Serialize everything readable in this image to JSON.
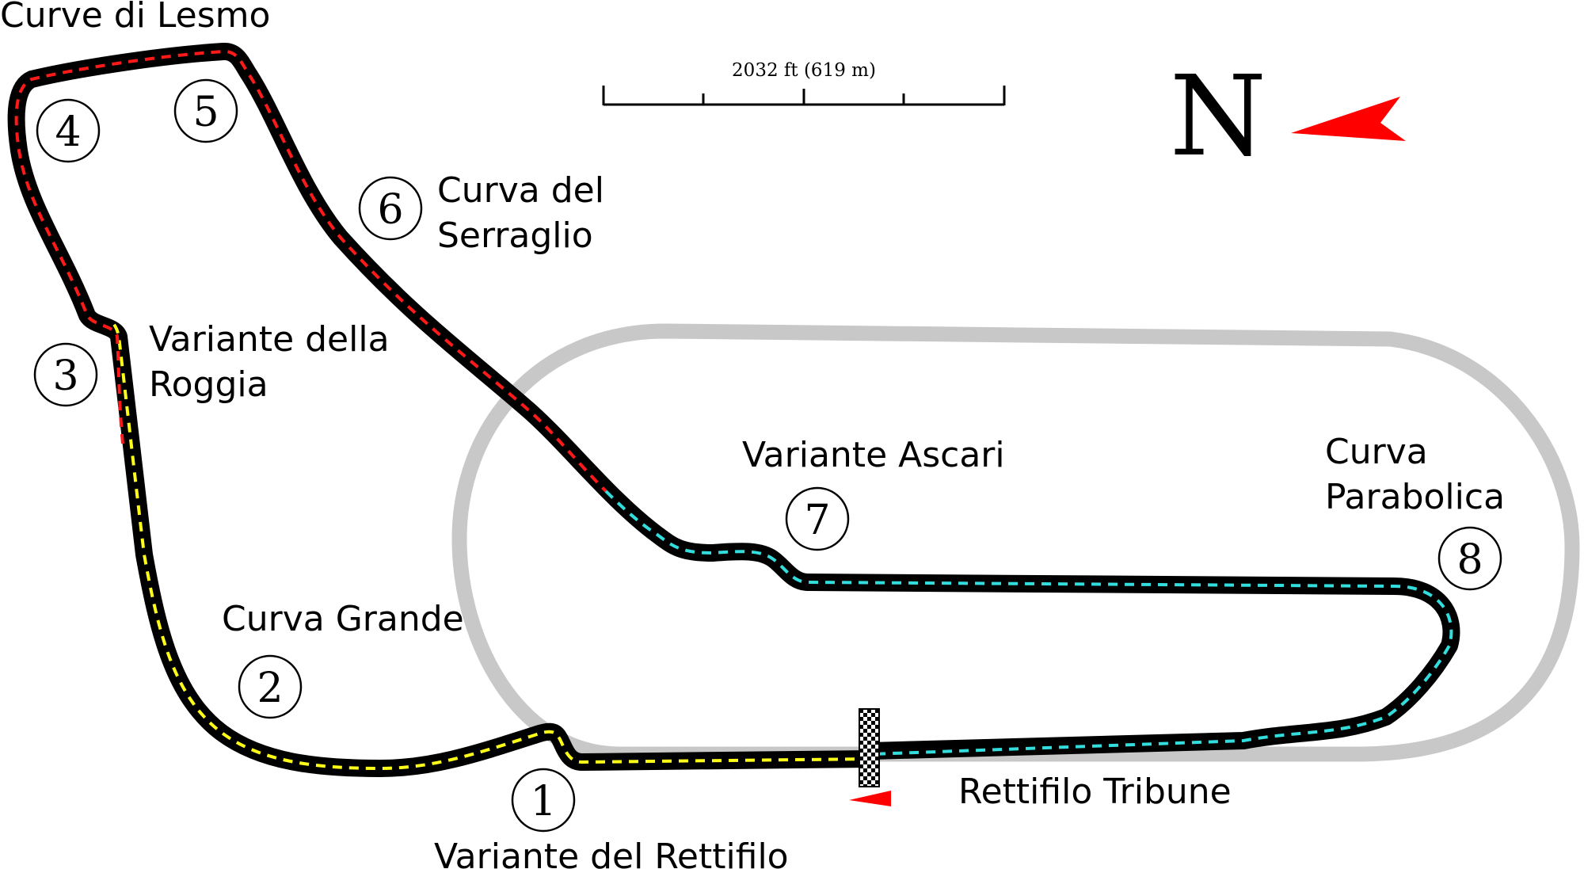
{
  "scale": {
    "label": "2032 ft (619 m)"
  },
  "north": {
    "label": "N"
  },
  "colors": {
    "sector1": "#ffff1a",
    "sector2": "#ff1a1a",
    "sector3": "#33dddd",
    "oval": "#c8c8c8",
    "arrow": "#ff0000"
  },
  "turns": [
    {
      "number": "1",
      "name": "Variante del Rettifilo"
    },
    {
      "number": "2",
      "name": "Curva Grande"
    },
    {
      "number": "3",
      "name_line1": "Variante della",
      "name_line2": "Roggia"
    },
    {
      "number": "4",
      "name": "Curve di Lesmo"
    },
    {
      "number": "5"
    },
    {
      "number": "6",
      "name_line1": "Curva del",
      "name_line2": "Serraglio"
    },
    {
      "number": "7",
      "name": "Variante Ascari"
    },
    {
      "number": "8",
      "name_line1": "Curva",
      "name_line2": "Parabolica"
    }
  ],
  "straights": [
    {
      "name": "Rettifilo Tribune"
    }
  ]
}
